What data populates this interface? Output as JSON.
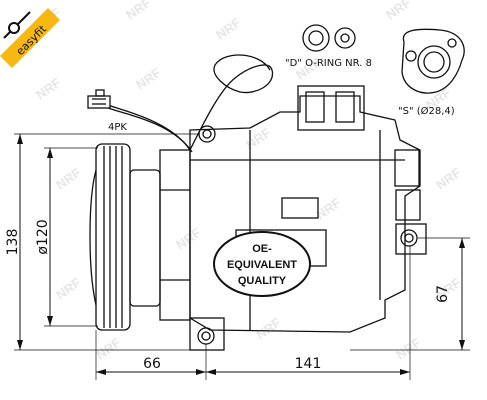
{
  "badge": {
    "text": "easyfit",
    "color": "#f7b814"
  },
  "watermark": {
    "text": "NRF",
    "color": "#e6e6e6"
  },
  "labels": {
    "belt": "4PK",
    "o_ring": "\"D\" O-RING NR. 8",
    "s_port": "\"S\" (Ø28,4)"
  },
  "oe_badge": {
    "line1": "OE-",
    "line2": "EQUIVALENT",
    "line3": "QUALITY"
  },
  "dimensions": {
    "height": "138",
    "pulley_dia": "ø120",
    "pulley_offset": "66",
    "body_length": "141",
    "mount_height": "67"
  }
}
